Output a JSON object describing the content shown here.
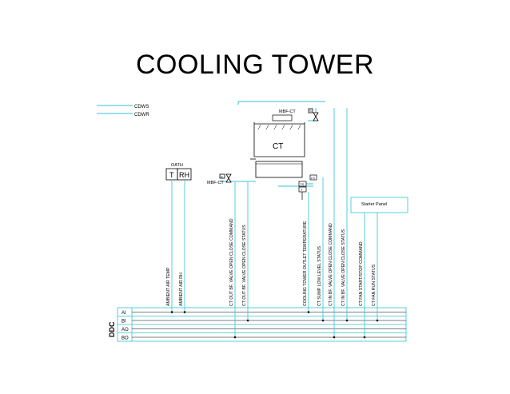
{
  "title": "COOLING TOWER",
  "legend": {
    "cdws": "CDWS",
    "cdwr": "CDWR"
  },
  "equipment": {
    "ct_label": "CT",
    "mbf_top": "MBF-CT",
    "mbf_left": "MBF-CT",
    "oath": "OATH",
    "sensor_t": "T",
    "sensor_rh": "RH",
    "starter_panel": "Starter Panel",
    "tag_ls": "LS",
    "tag_tt": "TS",
    "tag_t": "T",
    "tag_s1": "S",
    "tag_s2": "S"
  },
  "ddc": {
    "label": "DDC",
    "rows": [
      "AI",
      "BI",
      "AO",
      "BO"
    ]
  },
  "points": [
    "AMBIENT AIR TEMP",
    "AMBIENT AIR RH",
    "CT OUT BF. VALVE OPEN CLOSE COMMAND",
    "CT OUT BF. VALVE OPEN CLOSE STATUS",
    "COOLING TOWER OUTLET TEMPERATURE",
    "CT SUMP LOW LEVEL STATUS",
    "CT IN BF. VALVE OPEN CLOSE COMMAND",
    "CT IN BF. VALVE OPEN CLOSE STATUS",
    "CT FAN START/STOP COMMAND",
    "CT FAN RUN STATUS"
  ],
  "colors": {
    "pipe": "#2fc3d8",
    "line": "#000000"
  }
}
